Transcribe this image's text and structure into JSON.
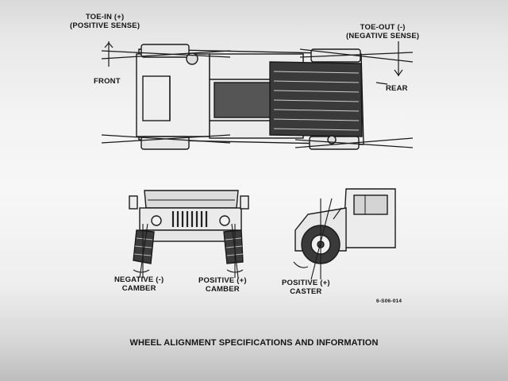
{
  "top_view": {
    "toe_in": {
      "line1": "TOE-IN (+)",
      "line2": "(POSITIVE SENSE)"
    },
    "toe_out": {
      "line1": "TOE-OUT (-)",
      "line2": "(NEGATIVE SENSE)"
    },
    "front": "FRONT",
    "rear": "REAR"
  },
  "front_view": {
    "negative_camber": {
      "line1": "NEGATIVE (-)",
      "line2": "CAMBER"
    },
    "positive_camber": {
      "line1": "POSITIVE (+)",
      "line2": "CAMBER"
    }
  },
  "side_view": {
    "positive_caster": {
      "line1": "POSITIVE (+)",
      "line2": "CASTER"
    }
  },
  "figure_code": "6-S06-014",
  "caption": "WHEEL ALIGNMENT SPECIFICATIONS AND INFORMATION"
}
